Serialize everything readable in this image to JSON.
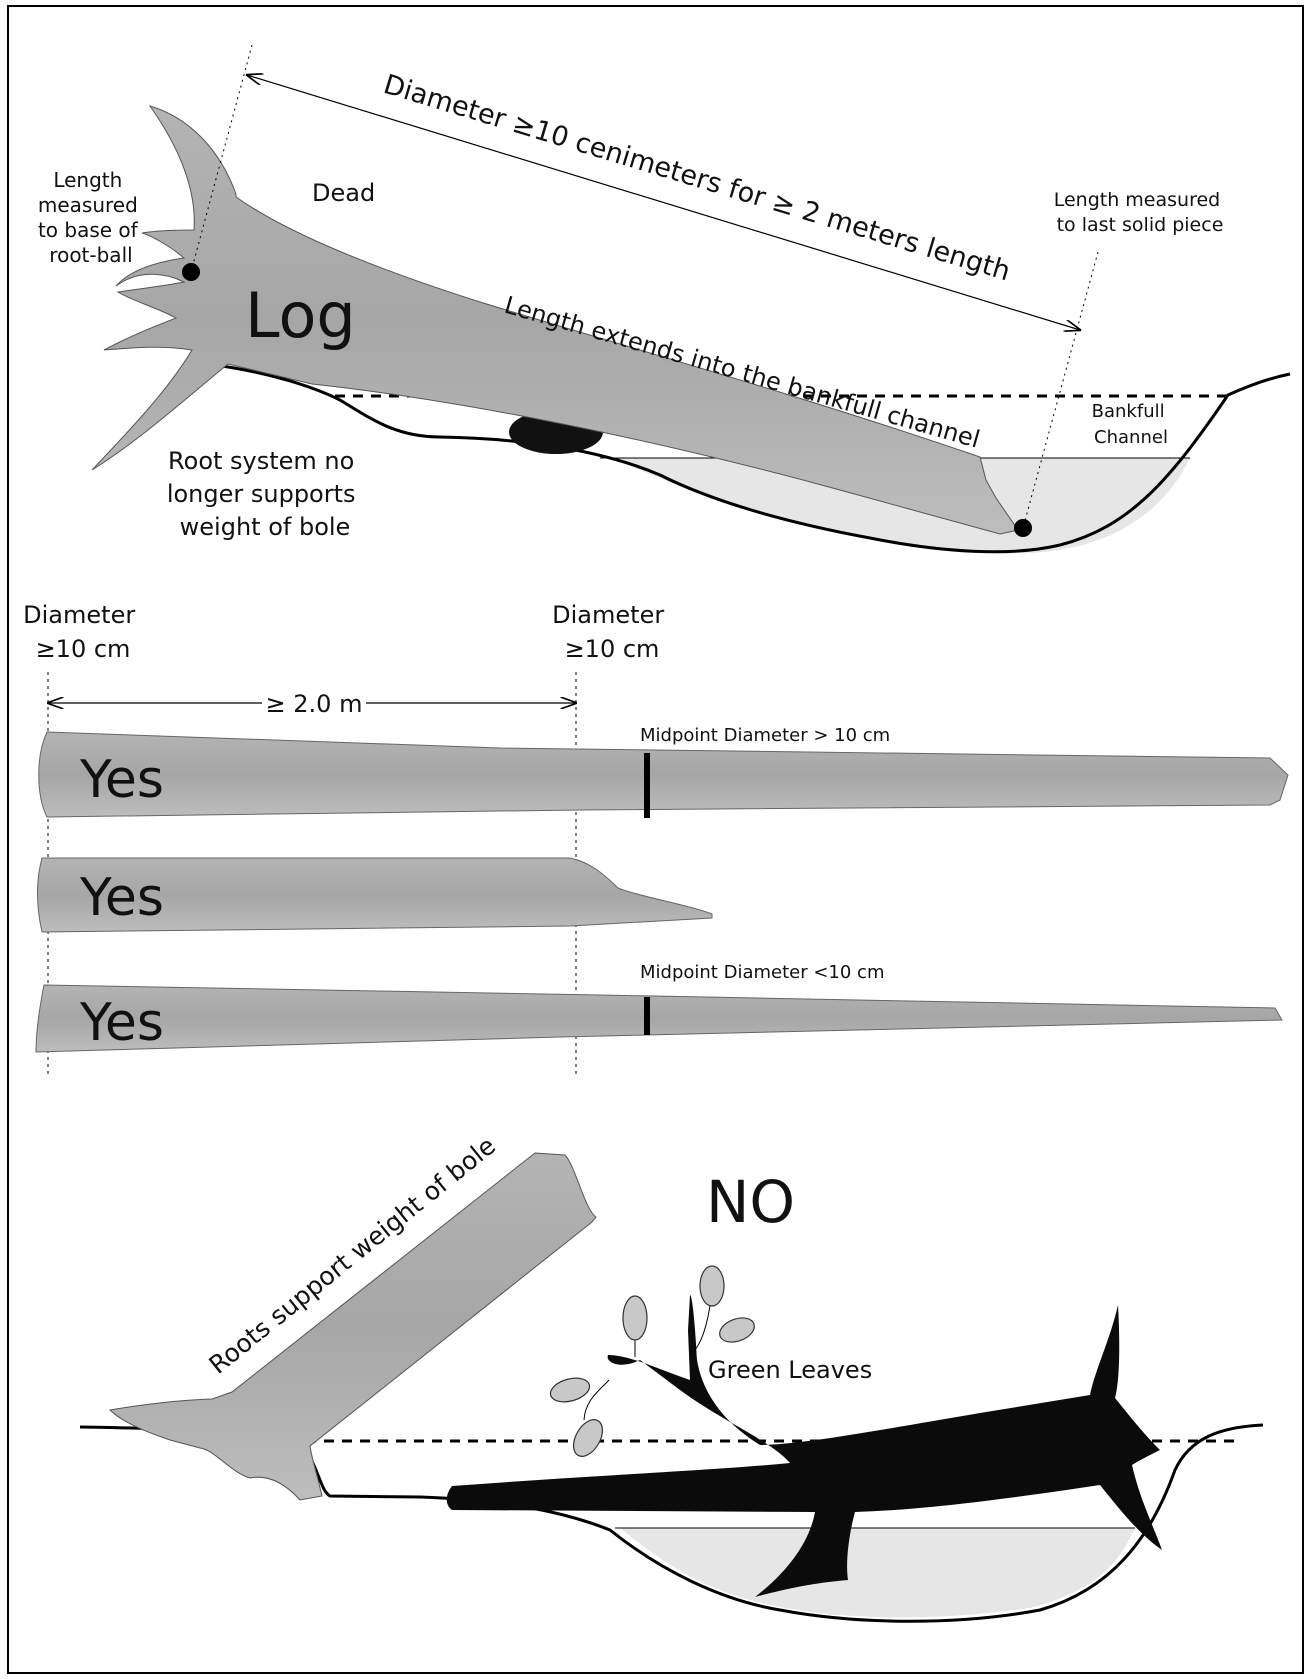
{
  "top_panel": {
    "length_to_rootball": [
      "Length",
      "measured",
      "to base of",
      "root-ball"
    ],
    "dead_label": "Dead",
    "log_label": "Log",
    "diameter_rule": "Diameter ≥10 cenimeters for ≥ 2 meters length",
    "length_to_last_piece": [
      "Length measured",
      "to last solid piece"
    ],
    "length_extends": "Length extends into the bankfull channel",
    "bankfull_channel": [
      "Bankfull",
      "Channel"
    ],
    "root_system": [
      "Root system no",
      "longer supports",
      "weight of bole"
    ]
  },
  "middle_panel": {
    "diameter_left": [
      "Diameter",
      "≥10 cm"
    ],
    "diameter_right": [
      "Diameter",
      "≥10 cm"
    ],
    "length_label": "≥ 2.0 m",
    "midpoint_over": "Midpoint Diameter > 10 cm",
    "midpoint_under": "Midpoint Diameter <10 cm",
    "log_verdicts": [
      "Yes",
      "Yes",
      "Yes"
    ]
  },
  "bottom_panel": {
    "no_label": "NO",
    "roots_support": "Roots support weight of bole",
    "green_leaves": "Green Leaves"
  },
  "colors": {
    "log_fill": "#a9a9a9",
    "live_tree": "#0b0b0b",
    "water": "#e6e6e6",
    "leaf": "#c8c8c8",
    "outline": "#000000"
  }
}
